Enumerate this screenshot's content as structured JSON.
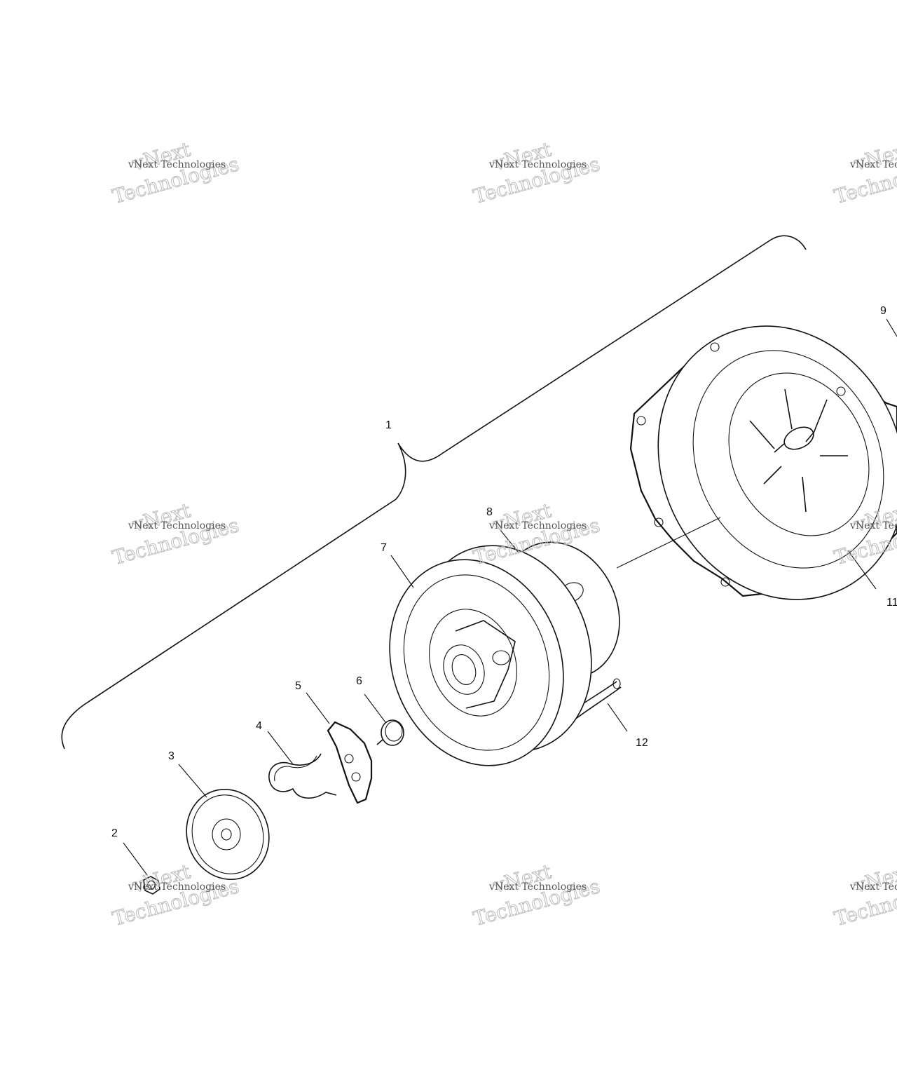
{
  "callouts": [
    "1",
    "2",
    "3",
    "4",
    "5",
    "6",
    "7",
    "8",
    "9",
    "11",
    "12"
  ],
  "watermark": {
    "small": "vNext Technologies",
    "big_line1": "vNext",
    "big_line2": "Technologies"
  },
  "colors": {
    "line": "#111111",
    "background": "#ffffff",
    "watermark": "#bbbbbb"
  }
}
